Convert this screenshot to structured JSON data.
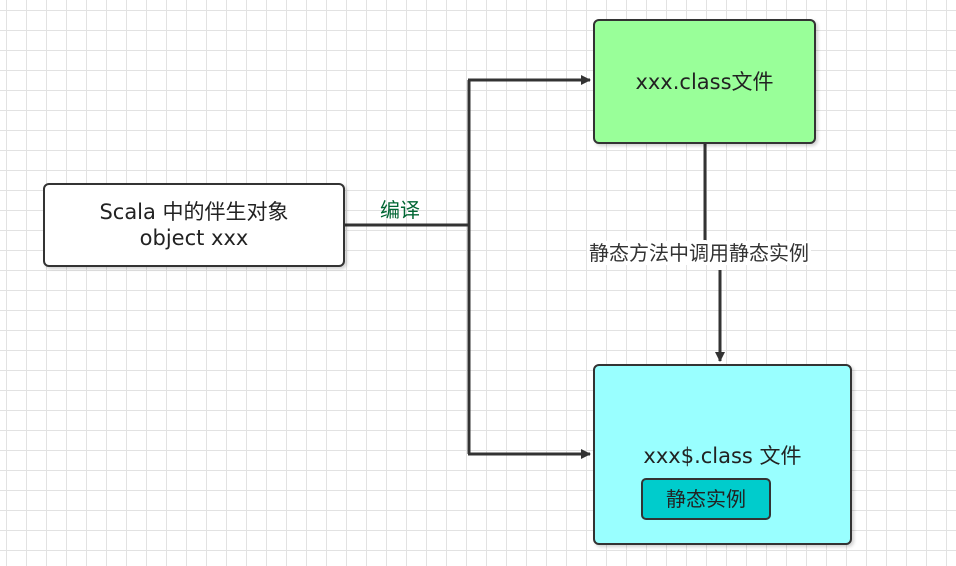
{
  "nodes": {
    "source": {
      "line1": "Scala 中的伴生对象",
      "line2": "object xxx",
      "fill": "#ffffff"
    },
    "class_file": {
      "label": "xxx.class文件",
      "fill": "#99ff99"
    },
    "dollar_class_file": {
      "label": "xxx$.class 文件",
      "fill": "#99ffff",
      "inner": {
        "label": "静态实例",
        "fill": "#00cccc"
      }
    }
  },
  "edges": {
    "compile": {
      "label": "编译",
      "label_color": "#006633"
    },
    "static_call": {
      "label": "静态方法中调用静态实例"
    }
  },
  "colors": {
    "line": "#333333",
    "grid": "#e2e2e2"
  }
}
